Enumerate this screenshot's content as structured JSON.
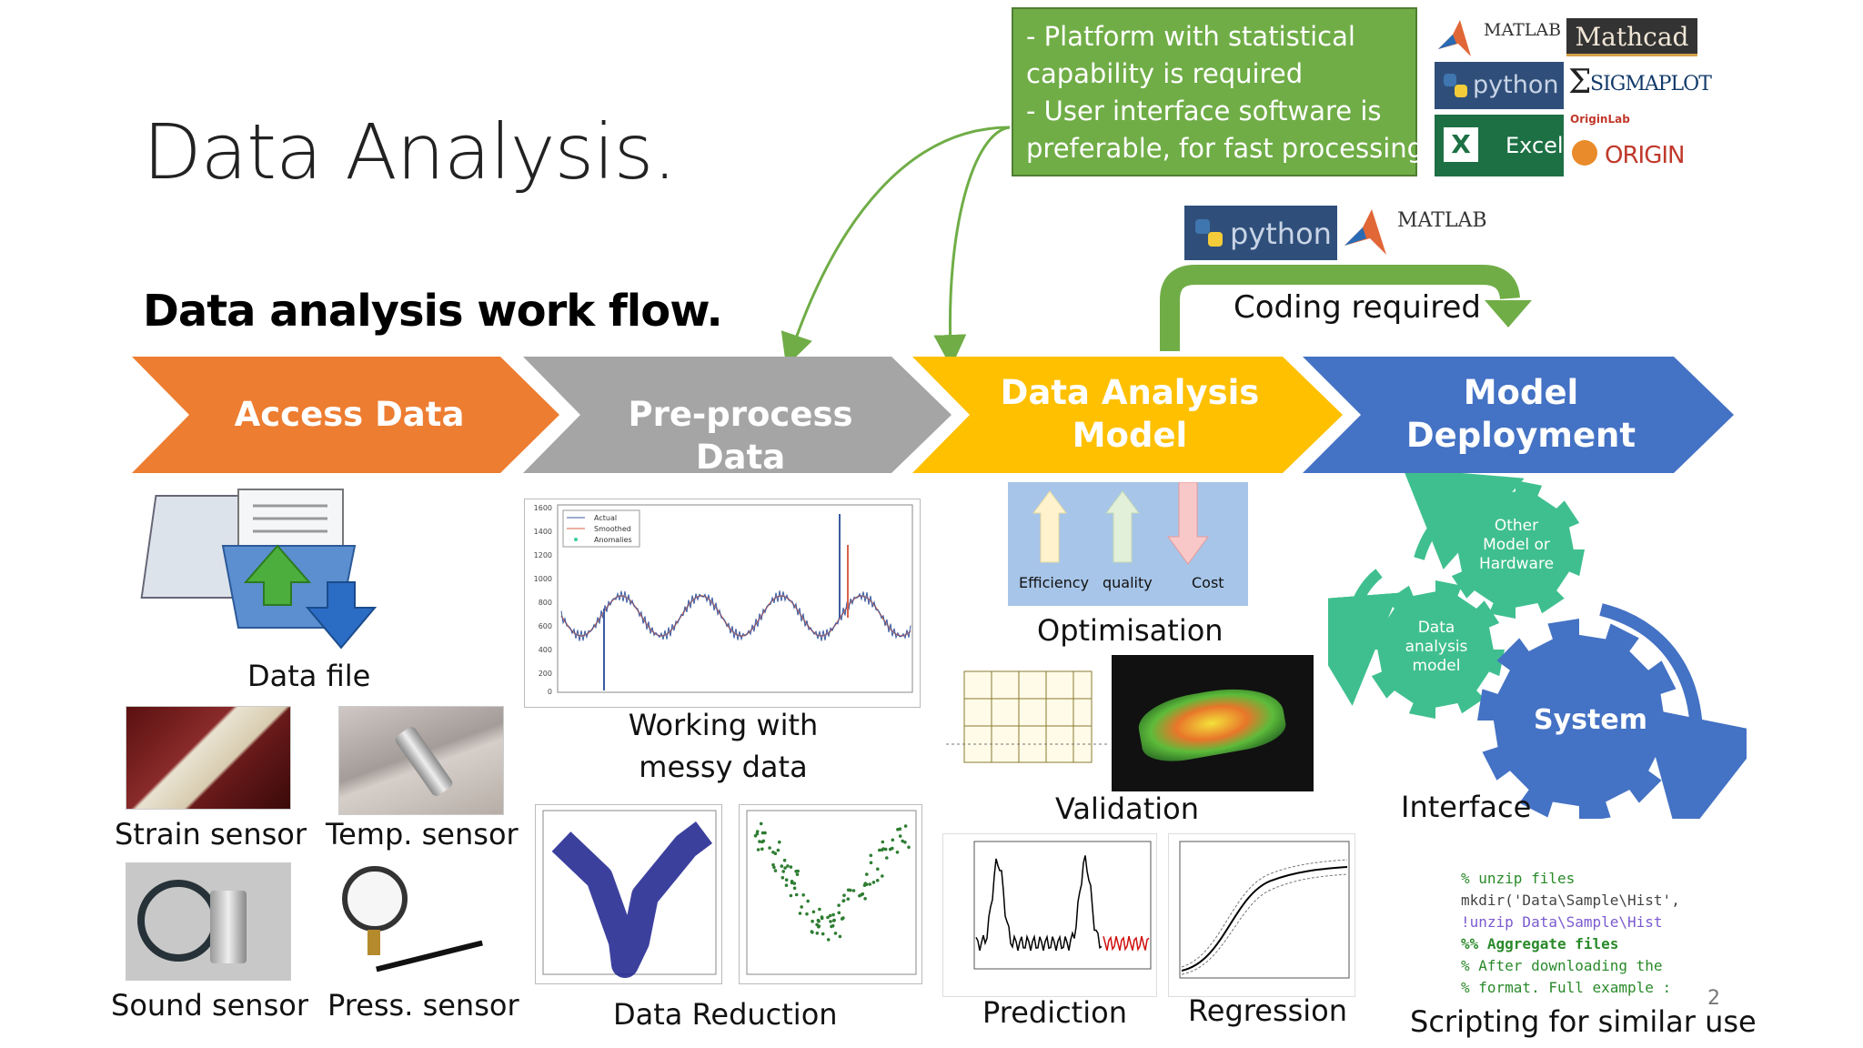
{
  "slide": {
    "title": "Data Analysis.",
    "subtitle": "Data analysis work flow.",
    "page_number": "2"
  },
  "note_box": {
    "lines": [
      "- Platform with statistical",
      "capability is required",
      "- User interface software is",
      "preferable, for fast processing"
    ]
  },
  "logos": {
    "matlab": "MATLAB",
    "mathcad": "Mathcad",
    "python": "python",
    "sigmaplot": "SIGMAPLOT",
    "excel": "Excel",
    "originlab": "OriginLab",
    "origin": "ORIGIN",
    "python2": "python",
    "matlab2": "MATLAB"
  },
  "coding_required": "Coding required",
  "workflow": [
    {
      "label": "Access Data",
      "color": "#ed7d31"
    },
    {
      "label": "Pre-process Data",
      "color": "#a5a5a5"
    },
    {
      "label_line1": "Data Analysis",
      "label_line2": "Model",
      "color": "#ffc000"
    },
    {
      "label_line1": "Model",
      "label_line2": "Deployment",
      "color": "#4472c4"
    }
  ],
  "access": {
    "data_file": "Data file",
    "sensors": [
      "Strain sensor",
      "Temp. sensor",
      "Sound sensor",
      "Press. sensor"
    ]
  },
  "preprocess": {
    "messy_line1": "Working with",
    "messy_line2": "messy data",
    "reduction": "Data Reduction",
    "legend": [
      "Actual",
      "Smoothed",
      "Anomalies"
    ],
    "y_ticks": [
      "1600",
      "1400",
      "1200",
      "1000",
      "800",
      "600",
      "400",
      "200",
      "0"
    ]
  },
  "analysis": {
    "optimisation": "Optimisation",
    "bars": [
      "Efficiency",
      "quality",
      "Cost"
    ],
    "validation": "Validation",
    "prediction": "Prediction",
    "regression": "Regression"
  },
  "deployment": {
    "gear_other": [
      "Other",
      "Model or",
      "Hardware"
    ],
    "gear_model": [
      "Data",
      "analysis",
      "model"
    ],
    "gear_system": "System",
    "interface": "Interface",
    "scripting": "Scripting for similar use",
    "code_lines": [
      "% unzip files",
      "mkdir('Data\\Sample\\Hist',",
      "!unzip Data\\Sample\\Hist",
      "",
      "%% Aggregate files",
      "% After downloading the",
      "% format. Full example :"
    ]
  },
  "colors": {
    "orange": "#ed7d31",
    "gray": "#a5a5a5",
    "gold": "#ffc000",
    "blue": "#4472c4",
    "green": "#70ad47",
    "teal_gear": "#3fbf8f",
    "system_gear": "#4472c4"
  }
}
